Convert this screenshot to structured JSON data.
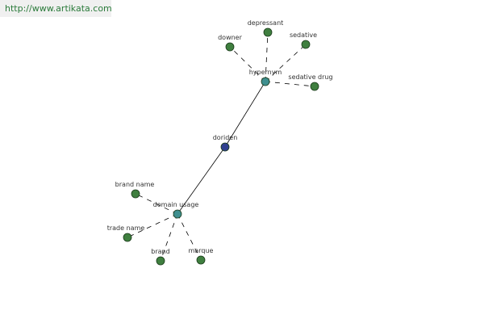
{
  "watermark": {
    "text": "http://www.artikata.com"
  },
  "colors": {
    "leaf_fill": "#3f7f3f",
    "hub_fill": "#3f8f8f",
    "center_fill": "#2f3f8f",
    "edge": "#000000",
    "label": "#333333"
  },
  "graph": {
    "nodes": [
      {
        "id": "doriden",
        "label": "doriden",
        "kind": "center"
      },
      {
        "id": "hypernym",
        "label": "hypernym",
        "kind": "hub"
      },
      {
        "id": "domain-usage",
        "label": "domain usage",
        "kind": "hub"
      },
      {
        "id": "downer",
        "label": "downer",
        "kind": "leaf"
      },
      {
        "id": "depressant",
        "label": "depressant",
        "kind": "leaf"
      },
      {
        "id": "sedative",
        "label": "sedative",
        "kind": "leaf"
      },
      {
        "id": "sedative-drug",
        "label": "sedative drug",
        "kind": "leaf"
      },
      {
        "id": "brand-name",
        "label": "brand name",
        "kind": "leaf"
      },
      {
        "id": "trade-name",
        "label": "trade name",
        "kind": "leaf"
      },
      {
        "id": "brand",
        "label": "brand",
        "kind": "leaf"
      },
      {
        "id": "marque",
        "label": "marque",
        "kind": "leaf"
      }
    ],
    "edges": [
      {
        "from": "doriden",
        "to": "hypernym",
        "style": "solid"
      },
      {
        "from": "doriden",
        "to": "domain-usage",
        "style": "solid"
      },
      {
        "from": "hypernym",
        "to": "downer",
        "style": "dashed"
      },
      {
        "from": "hypernym",
        "to": "depressant",
        "style": "dashed"
      },
      {
        "from": "hypernym",
        "to": "sedative",
        "style": "dashed"
      },
      {
        "from": "hypernym",
        "to": "sedative-drug",
        "style": "dashed"
      },
      {
        "from": "domain-usage",
        "to": "brand-name",
        "style": "dashed"
      },
      {
        "from": "domain-usage",
        "to": "trade-name",
        "style": "dashed"
      },
      {
        "from": "domain-usage",
        "to": "brand",
        "style": "dashed"
      },
      {
        "from": "domain-usage",
        "to": "marque",
        "style": "dashed"
      }
    ]
  }
}
